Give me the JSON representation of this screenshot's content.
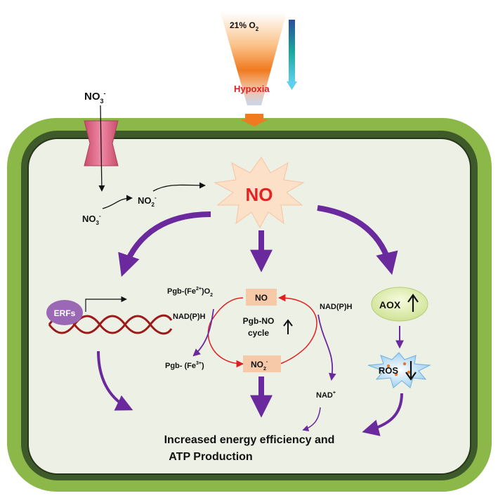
{
  "oxygen": {
    "main": "21% O",
    "sub": "2"
  },
  "hypoxia": "Hypoxia",
  "nitrate_top": {
    "main": "NO",
    "sub": "3",
    "sup": "-"
  },
  "nitrate_in": {
    "main": "NO",
    "sub": "3",
    "sup": "-"
  },
  "nitrite": {
    "main": "NO",
    "sub": "2",
    "sup": "-"
  },
  "no_burst": "NO",
  "erfs": "ERFs",
  "pgb_fe2": {
    "a": "Pgb-(Fe",
    "sup": "2+",
    "b": ")O",
    "sub": "2"
  },
  "nadph_left": "NAD(P)H",
  "pgb_fe3": {
    "a": "Pgb- (Fe",
    "sup": "3+",
    "b": ")"
  },
  "cycle_no": "NO",
  "cycle_label": {
    "line1": "Pgb-NO",
    "line2": "cycle"
  },
  "cycle_no2": {
    "main": "NO",
    "sub": "2",
    "sup": "-"
  },
  "nadph_right": "NAD(P)H",
  "nad_plus": {
    "main": "NAD",
    "sup": "+"
  },
  "aox": "AOX",
  "ros": "ROS",
  "result": {
    "line1": "Increased energy efficiency and",
    "line2": "ATP Production"
  },
  "colors": {
    "cell_wall_outer": "#8cb84a",
    "cell_wall_inner": "#3f5a2a",
    "cytoplasm": "#edf0e4",
    "arrow_purple": "#6a2a9e",
    "hypoxia_red": "#e02020",
    "no_red": "#e32222",
    "burst_fill": "#fde0c8",
    "box_fill": "#f6caa8",
    "aox_fill": "#e0ecb0",
    "erfs_fill": "#9b68b6",
    "channel_pink": "#e0728f",
    "dna_red": "#9c1a1a"
  },
  "icons": [
    "oxygen-gradient-funnel",
    "gradient-down-arrow",
    "nitrate-channel",
    "no-burst",
    "dna-helix",
    "ros-burst",
    "up-arrow-icon",
    "down-arrow-icon"
  ]
}
